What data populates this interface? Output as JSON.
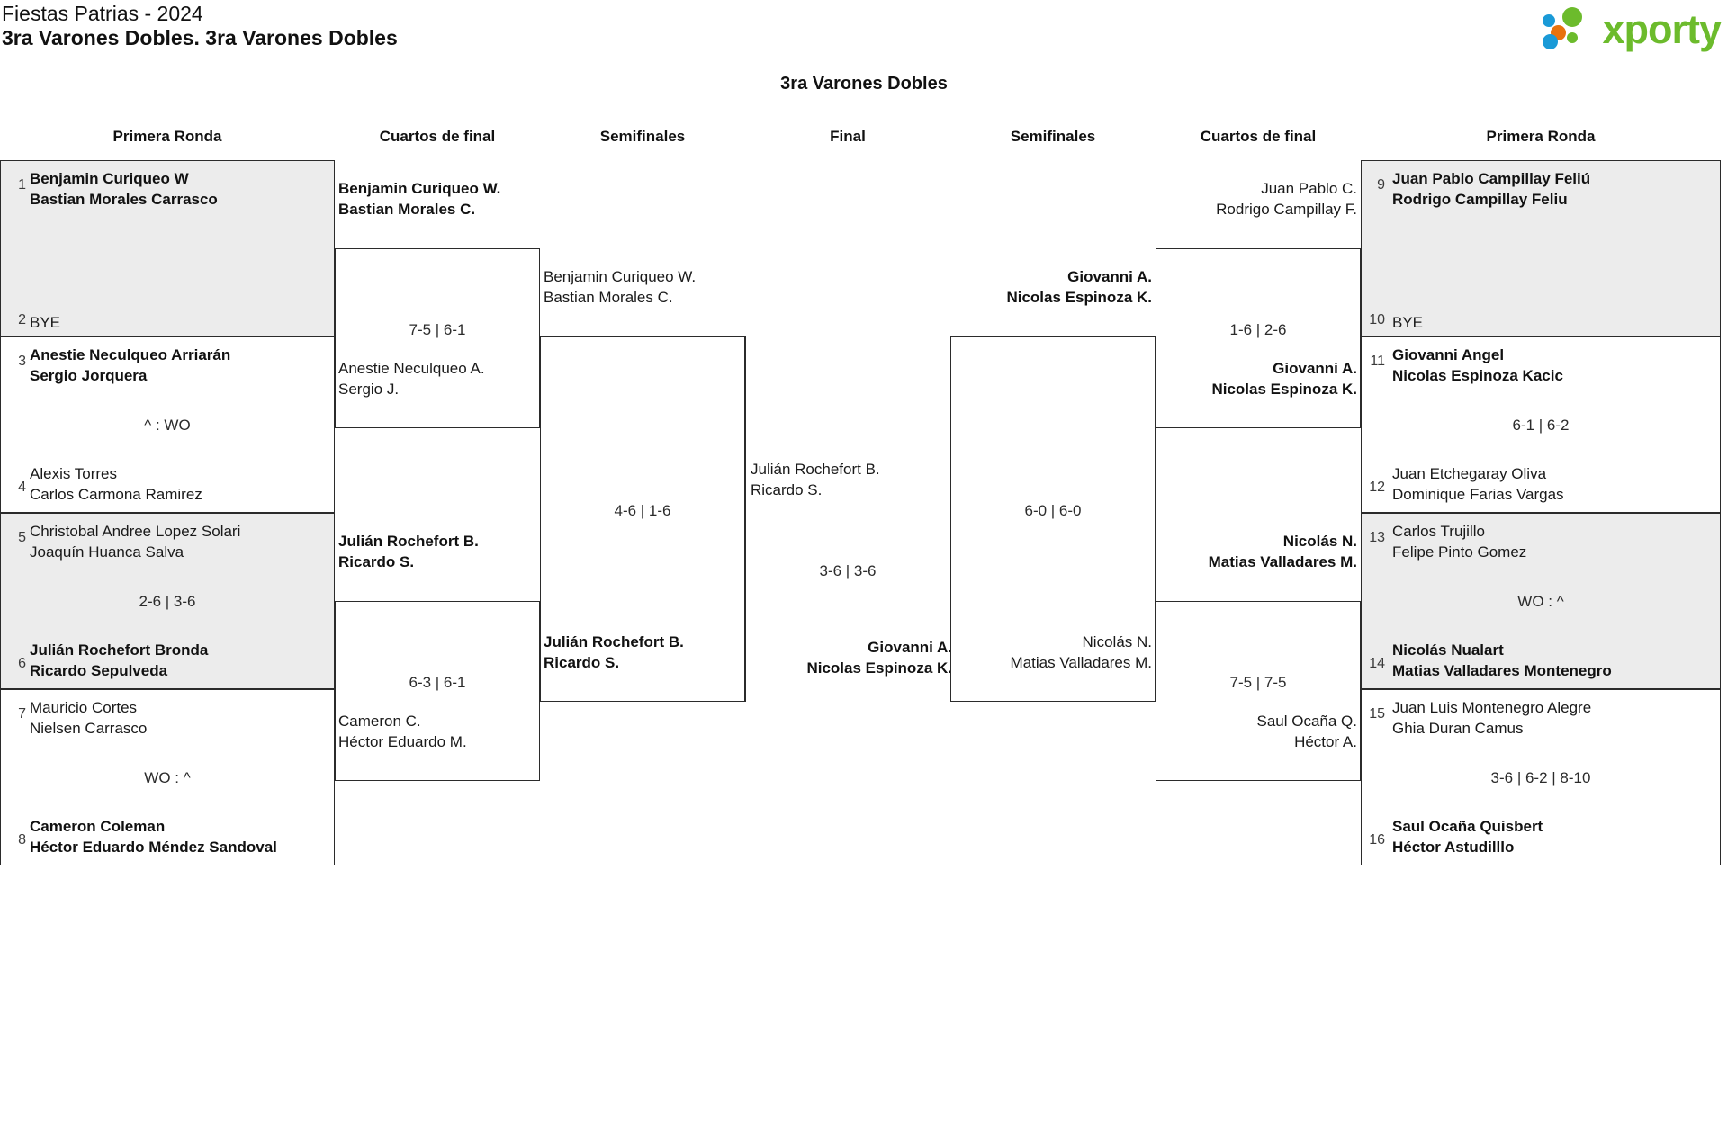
{
  "header": {
    "tournament": "Fiestas Patrias - 2024",
    "category": "3ra Varones Dobles. 3ra Varones Dobles",
    "logo_word": "xporty",
    "logo_colors": {
      "green": "#6cbb2c",
      "blue": "#1a9ad7",
      "orange": "#e8720c"
    }
  },
  "draw_title": "3ra Varones Dobles",
  "round_headers": {
    "left_r1": "Primera Ronda",
    "left_qf": "Cuartos de final",
    "left_sf": "Semifinales",
    "final": "Final",
    "right_sf": "Semifinales",
    "right_qf": "Cuartos de final",
    "right_r1": "Primera Ronda"
  },
  "left_first_round": [
    {
      "top_seed": "1",
      "top_p1": "Benjamin Curiqueo W",
      "top_p2": "Bastian Morales Carrasco",
      "top_winner": true,
      "score": "",
      "bottom_seed": "2",
      "bottom_p1": "BYE",
      "bottom_p2": "",
      "bottom_winner": false,
      "shaded": true
    },
    {
      "top_seed": "3",
      "top_p1": "Anestie Neculqueo Arriarán",
      "top_p2": "Sergio Jorquera",
      "top_winner": true,
      "score": "^ : WO",
      "bottom_seed": "4",
      "bottom_p1": "Alexis Torres",
      "bottom_p2": "Carlos Carmona Ramirez",
      "bottom_winner": false,
      "shaded": false
    },
    {
      "top_seed": "5",
      "top_p1": "Christobal Andree Lopez Solari",
      "top_p2": "Joaquín Huanca Salva",
      "top_winner": false,
      "score": "2-6 | 3-6",
      "bottom_seed": "6",
      "bottom_p1": "Julián Rochefort Bronda",
      "bottom_p2": "Ricardo Sepulveda",
      "bottom_winner": true,
      "shaded": true
    },
    {
      "top_seed": "7",
      "top_p1": "Mauricio Cortes",
      "top_p2": "Nielsen Carrasco",
      "top_winner": false,
      "score": "WO : ^",
      "bottom_seed": "8",
      "bottom_p1": "Cameron Coleman",
      "bottom_p2": "Héctor Eduardo Méndez Sandoval",
      "bottom_winner": true,
      "shaded": false
    }
  ],
  "right_first_round": [
    {
      "top_seed": "9",
      "top_p1": "Juan Pablo Campillay Feliú",
      "top_p2": "Rodrigo Campillay Feliu",
      "top_winner": true,
      "score": "",
      "bottom_seed": "10",
      "bottom_p1": "BYE",
      "bottom_p2": "",
      "bottom_winner": false,
      "shaded": true
    },
    {
      "top_seed": "11",
      "top_p1": "Giovanni Angel",
      "top_p2": "Nicolas Espinoza Kacic",
      "top_winner": true,
      "score": "6-1 | 6-2",
      "bottom_seed": "12",
      "bottom_p1": "Juan Etchegaray Oliva",
      "bottom_p2": "Dominique Farias Vargas",
      "bottom_winner": false,
      "shaded": false
    },
    {
      "top_seed": "13",
      "top_p1": "Carlos Trujillo",
      "top_p2": "Felipe Pinto Gomez",
      "top_winner": false,
      "score": "WO : ^",
      "bottom_seed": "14",
      "bottom_p1": "Nicolás Nualart",
      "bottom_p2": "Matias Valladares Montenegro",
      "bottom_winner": true,
      "shaded": true
    },
    {
      "top_seed": "15",
      "top_p1": "Juan Luis Montenegro Alegre",
      "top_p2": "Ghia Duran Camus",
      "top_winner": false,
      "score": "3-6 | 6-2 | 8-10",
      "bottom_seed": "16",
      "bottom_p1": "Saul Ocaña Quisbert",
      "bottom_p2": "Héctor Astudilllo",
      "bottom_winner": true,
      "shaded": false
    }
  ],
  "left_quarterfinals": [
    {
      "top_p1": "Benjamin Curiqueo W.",
      "top_p2": "Bastian Morales C.",
      "top_winner": true,
      "score": "7-5 | 6-1",
      "bottom_p1": "Anestie Neculqueo A.",
      "bottom_p2": "Sergio J.",
      "bottom_winner": false
    },
    {
      "top_p1": "Julián Rochefort B.",
      "top_p2": "Ricardo S.",
      "top_winner": true,
      "score": "6-3 | 6-1",
      "bottom_p1": "Cameron C.",
      "bottom_p2": "Héctor Eduardo M.",
      "bottom_winner": false
    }
  ],
  "right_quarterfinals": [
    {
      "top_p1": "Juan Pablo C.",
      "top_p2": "Rodrigo Campillay F.",
      "top_winner": false,
      "score": "1-6 | 2-6",
      "bottom_p1": "Giovanni A.",
      "bottom_p2": "Nicolas Espinoza K.",
      "bottom_winner": true
    },
    {
      "top_p1": "Nicolás N.",
      "top_p2": "Matias Valladares M.",
      "top_winner": true,
      "score": "7-5 | 7-5",
      "bottom_p1": "Saul Ocaña Q.",
      "bottom_p2": "Héctor A.",
      "bottom_winner": false
    }
  ],
  "left_semifinal": {
    "top_p1": "Benjamin Curiqueo W.",
    "top_p2": "Bastian Morales C.",
    "top_winner": false,
    "score": "4-6 | 1-6",
    "bottom_p1": "Julián Rochefort B.",
    "bottom_p2": "Ricardo S.",
    "bottom_winner": true
  },
  "right_semifinal": {
    "top_p1": "Giovanni A.",
    "top_p2": "Nicolas Espinoza K.",
    "top_winner": true,
    "score": "6-0 | 6-0",
    "bottom_p1": "Nicolás N.",
    "bottom_p2": "Matias Valladares M.",
    "bottom_winner": false
  },
  "final": {
    "top_p1": "Julián Rochefort B.",
    "top_p2": "Ricardo S.",
    "top_winner": false,
    "score": "3-6 | 3-6",
    "bottom_p1": "Giovanni A.",
    "bottom_p2": "Nicolas Espinoza K.",
    "bottom_winner": true
  }
}
